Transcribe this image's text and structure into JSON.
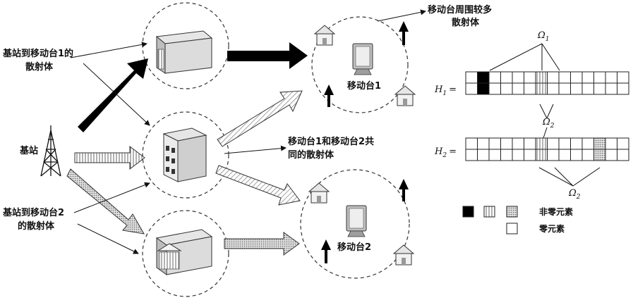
{
  "labels": {
    "base_station": "基站",
    "bs_ms1_scatterer": [
      "基站到移动台1的",
      "散射体"
    ],
    "bs_ms2_scatterer": [
      "基站到移动台2",
      "的散射体"
    ],
    "ms1": "移动台1",
    "ms2": "移动台2",
    "ms1_surrounding": [
      "移动台周围较多",
      "散射体"
    ],
    "common_scatterer": [
      "移动台1和移动台2共",
      "同的散射体"
    ],
    "omega1": "Ω",
    "omega1_sub": "1",
    "omega2": "Ω",
    "omega2_sub": "2",
    "h1": "H",
    "h1_sub": "1",
    "h2": "H",
    "h2_sub": "2",
    "equals": "="
  },
  "matrices": {
    "cols": 14,
    "h1_row1": [
      "zero",
      "black",
      "zero",
      "zero",
      "zero",
      "zero",
      "vstripe",
      "zero",
      "zero",
      "zero",
      "zero",
      "zero",
      "zero",
      "zero"
    ],
    "h1_row2": [
      "zero",
      "black",
      "zero",
      "zero",
      "zero",
      "zero",
      "vstripe",
      "zero",
      "zero",
      "zero",
      "zero",
      "zero",
      "zero",
      "zero"
    ],
    "h2_row1": [
      "zero",
      "zero",
      "zero",
      "zero",
      "zero",
      "zero",
      "vstripe",
      "zero",
      "zero",
      "zero",
      "zero",
      "dotted",
      "zero",
      "zero"
    ],
    "h2_row2": [
      "zero",
      "zero",
      "zero",
      "zero",
      "zero",
      "zero",
      "vstripe",
      "zero",
      "zero",
      "zero",
      "zero",
      "dotted",
      "zero",
      "zero"
    ]
  },
  "legend": {
    "nonzero_label": "非零元素",
    "zero_label": "零元素"
  },
  "colors": {
    "black_fill": "#000000",
    "stripe_fill": "#e8e8e8",
    "dot_fill": "#c8c8c8"
  }
}
